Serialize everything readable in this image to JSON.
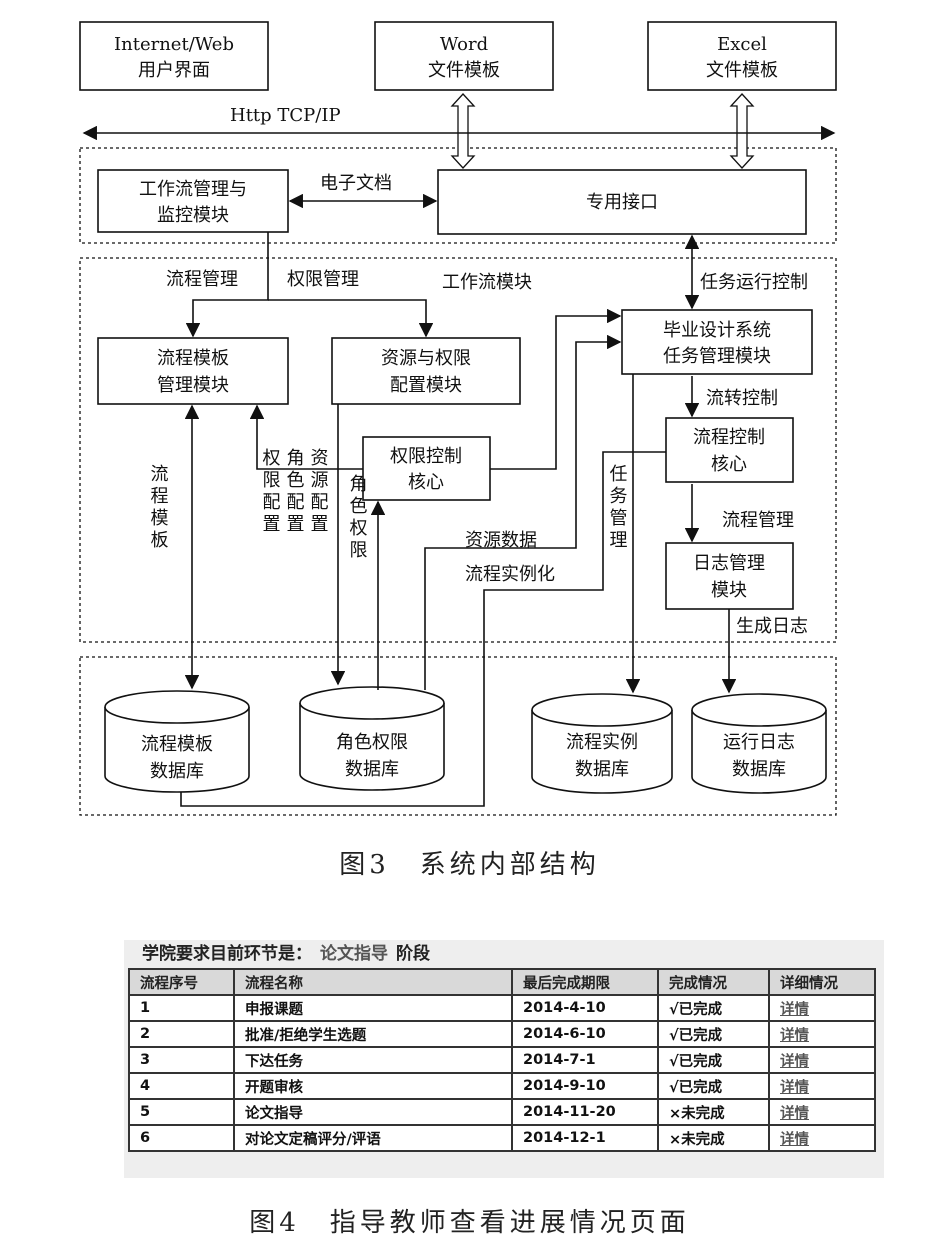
{
  "figure3": {
    "caption": "图3　系统内部结构",
    "nodes": {
      "internet": [
        "Internet/Web",
        "用户界面"
      ],
      "word": [
        "Word",
        "文件模板"
      ],
      "excel": [
        "Excel",
        "文件模板"
      ],
      "workflow_monitor": [
        "工作流管理与",
        "监控模块"
      ],
      "dedicated_interface": [
        "专用接口"
      ],
      "template_mgmt": [
        "流程模板",
        "管理模块"
      ],
      "resource_config": [
        "资源与权限",
        "配置模块"
      ],
      "permission_core": [
        "权限控制",
        "核心"
      ],
      "task_mgmt": [
        "毕业设计系统",
        "任务管理模块"
      ],
      "flow_core": [
        "流程控制",
        "核心"
      ],
      "log_mgmt": [
        "日志管理",
        "模块"
      ],
      "db_template": [
        "流程模板",
        "数据库"
      ],
      "db_role": [
        "角色权限",
        "数据库"
      ],
      "db_instance": [
        "流程实例",
        "数据库"
      ],
      "db_log": [
        "运行日志",
        "数据库"
      ]
    },
    "labels": {
      "http": "Http  TCP/IP",
      "edoc": "电子文档",
      "flow_mgmt": "流程管理",
      "perm_mgmt": "权限管理",
      "workflow_module": "工作流模块",
      "task_run_ctrl": "任务运行控制",
      "transfer_ctrl": "流转控制",
      "flow_mgmt_2": "流程管理",
      "gen_log": "生成日志",
      "res_data": "资源数据",
      "flow_inst": "流程实例化",
      "flow_template_v": "流程模板",
      "role_perm_v": "角色权限",
      "task_mgmt_v": "任务管理",
      "config_col1": "权限配置",
      "config_col2": "角色配置",
      "config_col3": "资源配置"
    }
  },
  "figure4": {
    "caption": "图4　指导教师查看进展情况页面",
    "stage": {
      "prefix": "学院要求目前环节是：",
      "current": "论文指导",
      "suffix": "阶段"
    },
    "table": {
      "headers": [
        "流程序号",
        "流程名称",
        "最后完成期限",
        "完成情况",
        "详细情况"
      ],
      "rows": [
        [
          "1",
          "申报课题",
          "2014-4-10",
          "√已完成",
          "详情"
        ],
        [
          "2",
          "批准/拒绝学生选题",
          "2014-6-10",
          "√已完成",
          "详情"
        ],
        [
          "3",
          "下达任务",
          "2014-7-1",
          "√已完成",
          "详情"
        ],
        [
          "4",
          "开题审核",
          "2014-9-10",
          "√已完成",
          "详情"
        ],
        [
          "5",
          "论文指导",
          "2014-11-20",
          "×未完成",
          "详情"
        ],
        [
          "6",
          "对论文定稿评分/评语",
          "2014-12-1",
          "×未完成",
          "详情"
        ]
      ]
    }
  }
}
